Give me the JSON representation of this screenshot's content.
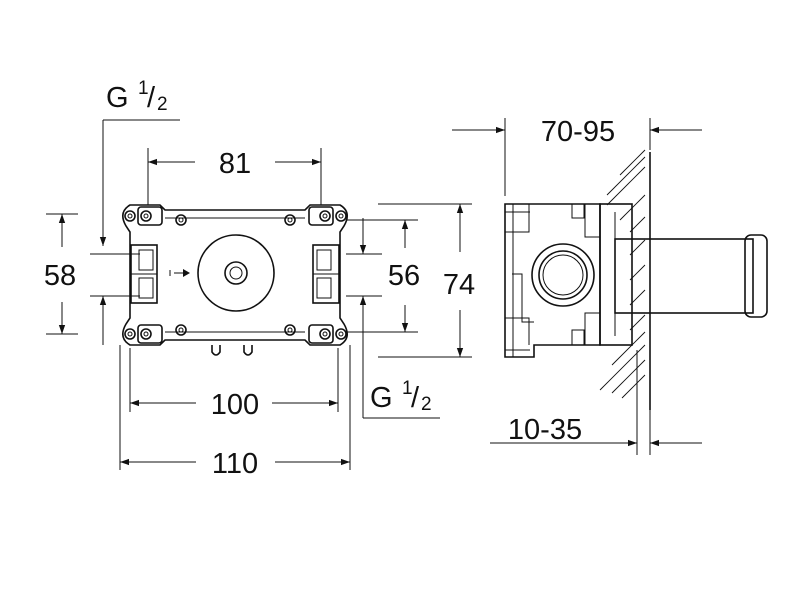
{
  "front_view": {
    "thread_top": {
      "letter": "G",
      "num": "1",
      "den": "2"
    },
    "thread_bottom": {
      "letter": "G",
      "num": "1",
      "den": "2"
    },
    "dim_81": "81",
    "dim_58": "58",
    "dim_56": "56",
    "dim_74": "74",
    "dim_100": "100",
    "dim_110": "110"
  },
  "side_view": {
    "dim_70_95": "70-95",
    "dim_10_35": "10-35"
  }
}
